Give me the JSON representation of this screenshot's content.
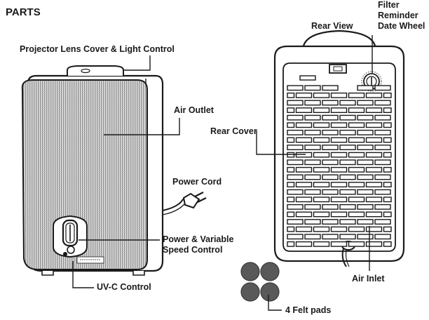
{
  "heading": "PARTS",
  "labels": {
    "projector": "Projector Lens Cover & Light Control",
    "air_outlet": "Air Outlet",
    "power_cord": "Power Cord",
    "power_speed_line1": "Power & Variable",
    "power_speed_line2": "Speed Control",
    "uvc": "UV-C Control",
    "rear_view": "Rear View",
    "filter_line1": "Filter",
    "filter_line2": "Reminder",
    "filter_line3": "Date Wheel",
    "rear_cover": "Rear Cover",
    "air_inlet": "Air Inlet",
    "felt_pads": "4 Felt pads"
  },
  "colors": {
    "ink": "#1a1a1a",
    "grille": "#d8d8d8",
    "felt": "#595959"
  }
}
